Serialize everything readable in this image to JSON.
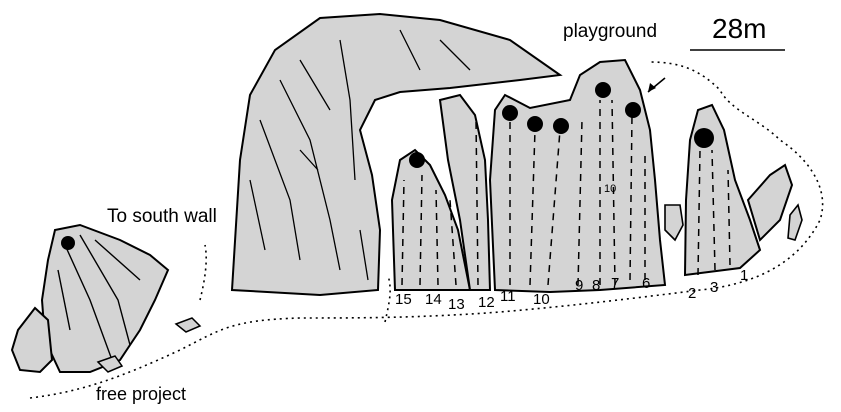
{
  "labels": {
    "playground": "playground",
    "scale": "28m",
    "to_south_wall": "To south wall",
    "free_project": "free project",
    "marker": "10"
  },
  "routes": [
    "15",
    "14",
    "13",
    "12",
    "11",
    "10",
    "9",
    "8",
    "7",
    "6",
    "2",
    "3",
    "1"
  ],
  "colors": {
    "rock_fill": "#d4d4d4",
    "outline": "#000000",
    "background": "#ffffff"
  }
}
